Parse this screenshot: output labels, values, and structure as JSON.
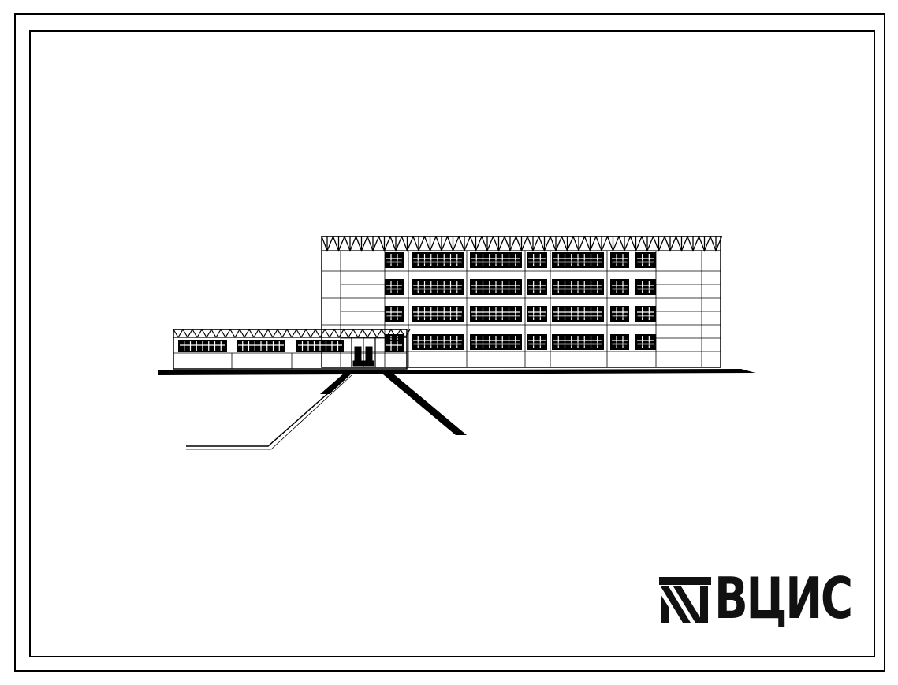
{
  "sheet": {
    "frame": "drawing-sheet-border"
  },
  "logo": {
    "emblem": "institute-emblem-icon",
    "text": "ВЦИС"
  },
  "drawing": {
    "subject": "building-facade-elevation",
    "main_block_floors": 4,
    "annex_floors": 1,
    "colors": {
      "ink": "#000000",
      "paper": "#ffffff"
    }
  }
}
